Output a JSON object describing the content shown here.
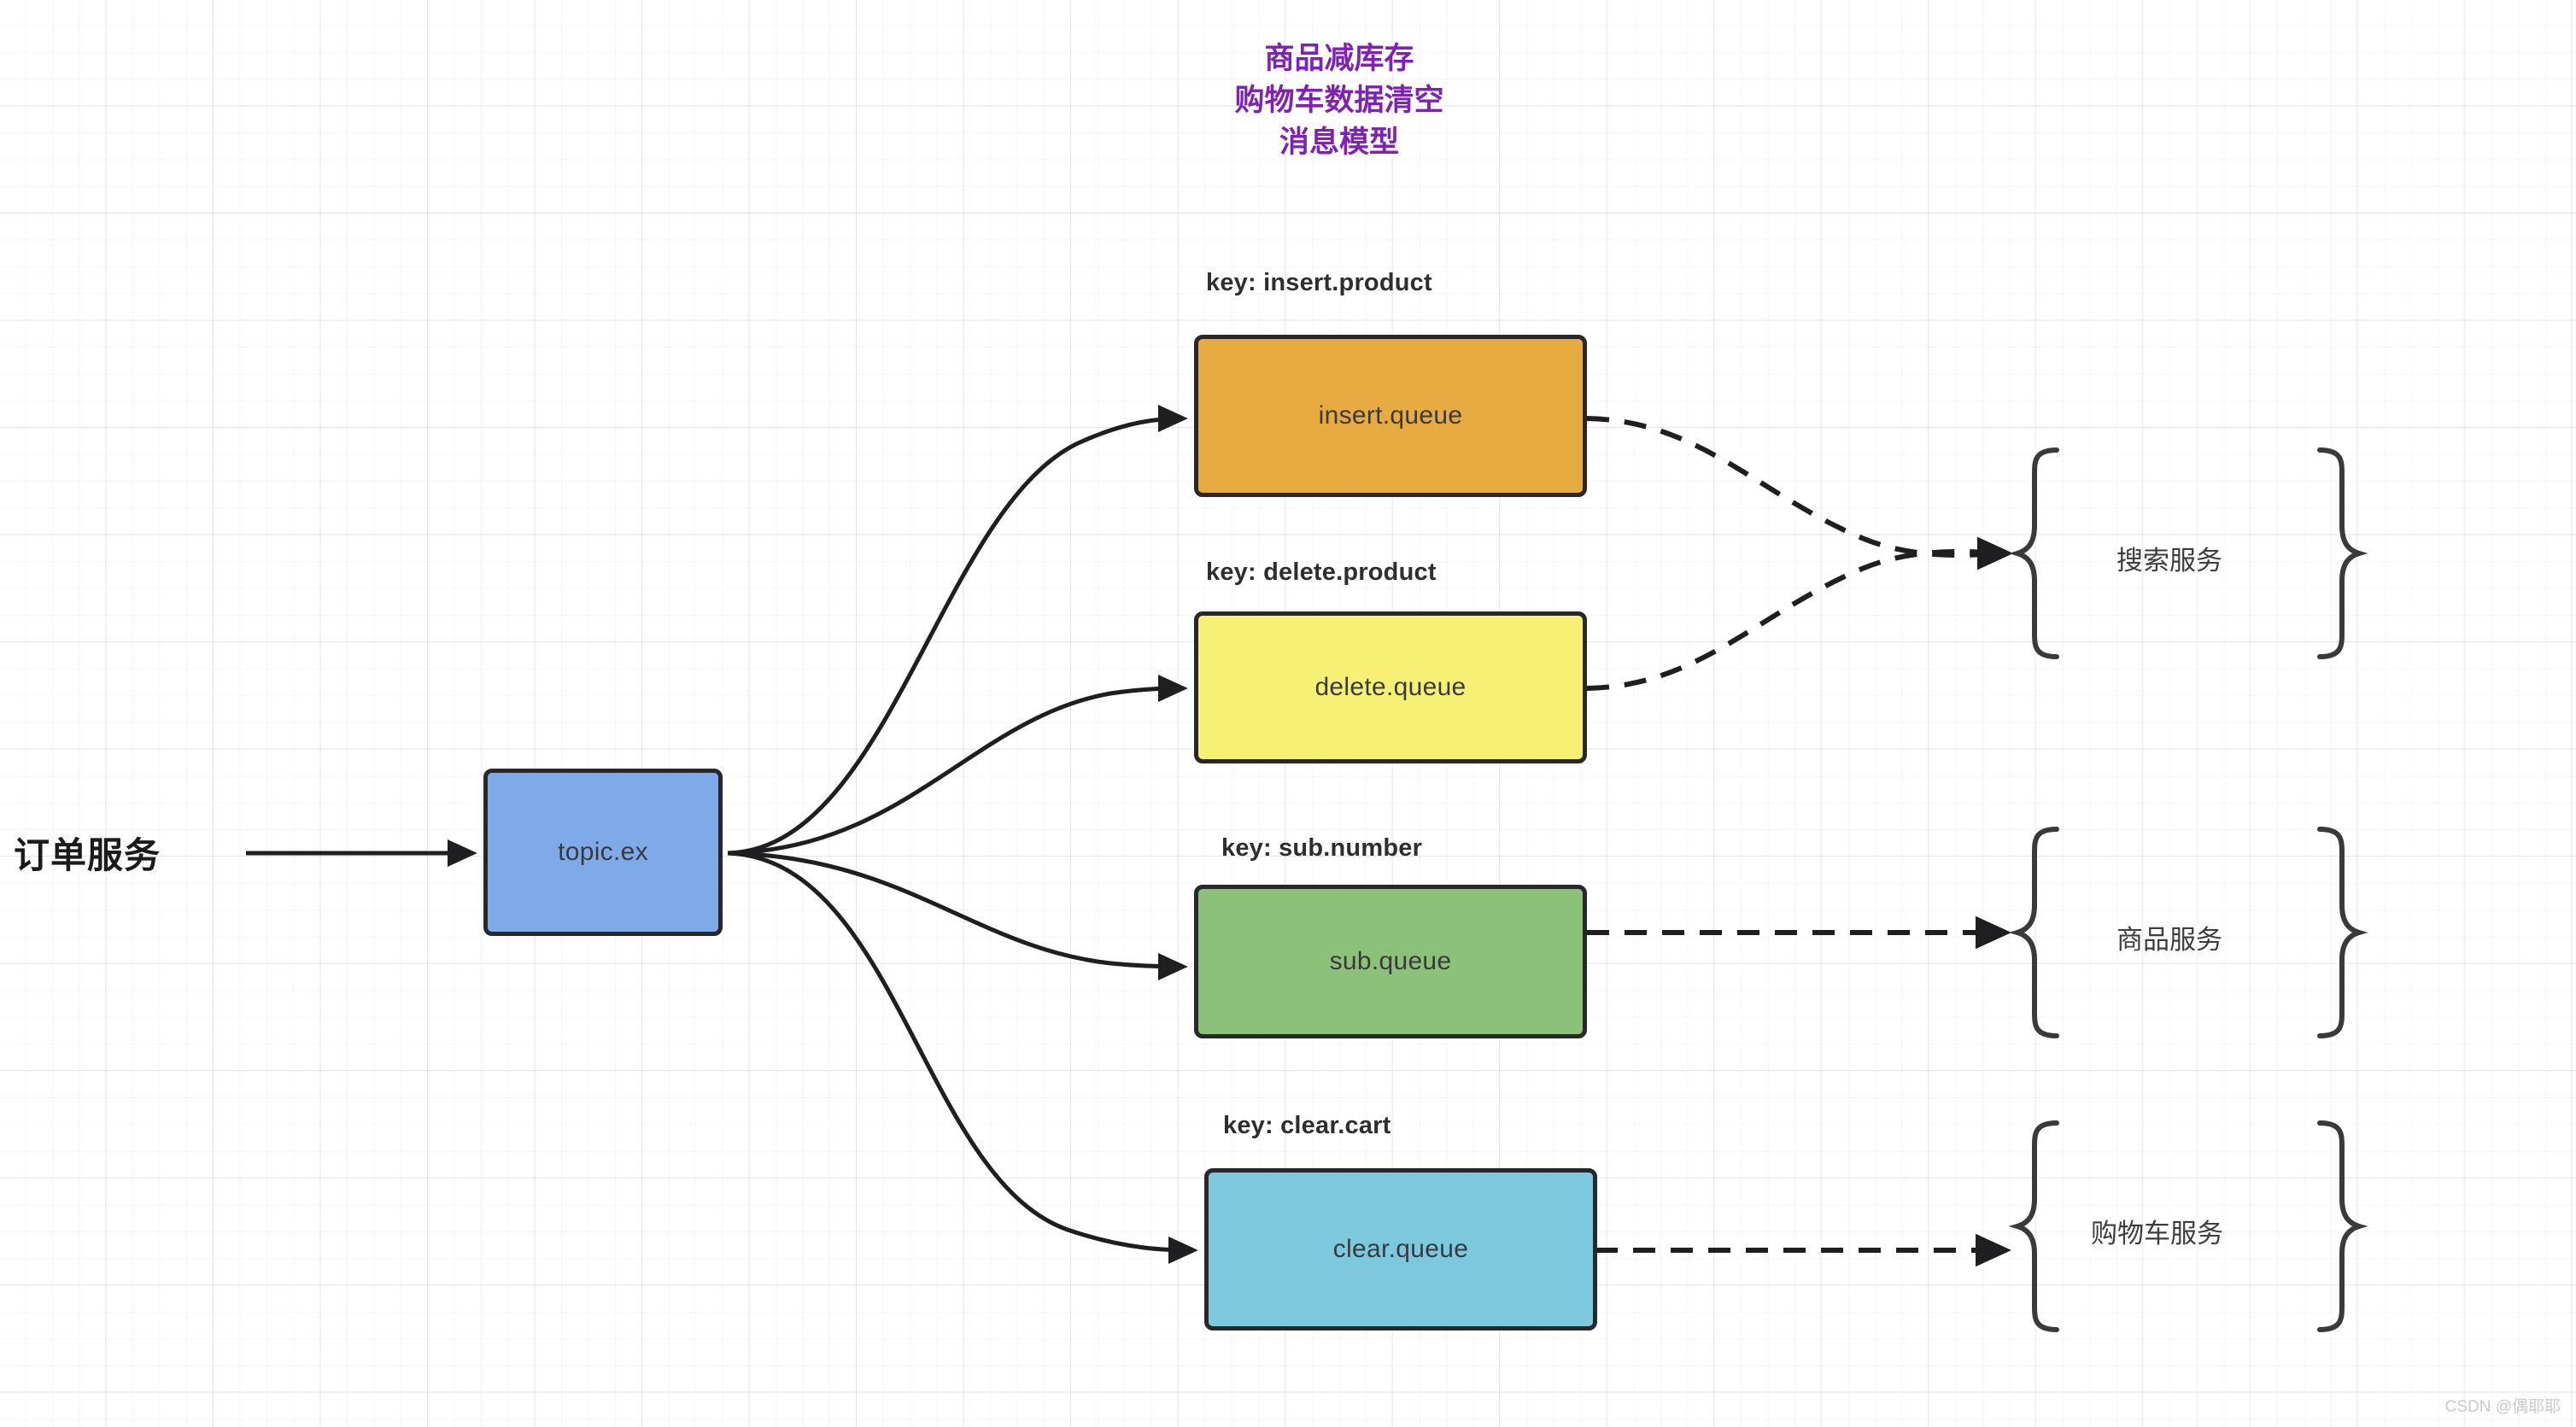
{
  "title": {
    "text": "商品减库存\n购物车数据清空\n消息模型",
    "color": "#7f21b5"
  },
  "producer": {
    "label": "订单服务"
  },
  "exchange": {
    "label": "topic.ex",
    "color": "#7eaaea"
  },
  "bindings": [
    {
      "key_label": "key: insert.product",
      "queue_label": "insert.queue",
      "color": "#e8ab41"
    },
    {
      "key_label": "key: delete.product",
      "queue_label": "delete.queue",
      "color": "#f6f175"
    },
    {
      "key_label": "key: sub.number",
      "queue_label": "sub.queue",
      "color": "#8cc179"
    },
    {
      "key_label": "key: clear.cart",
      "queue_label": "clear.queue",
      "color": "#7cc8dc"
    }
  ],
  "consumers": [
    {
      "label": "搜索服务"
    },
    {
      "label": "商品服务"
    },
    {
      "label": "购物车服务"
    }
  ],
  "watermark": "CSDN @偶耶耶",
  "line_color": "#1f1f22"
}
